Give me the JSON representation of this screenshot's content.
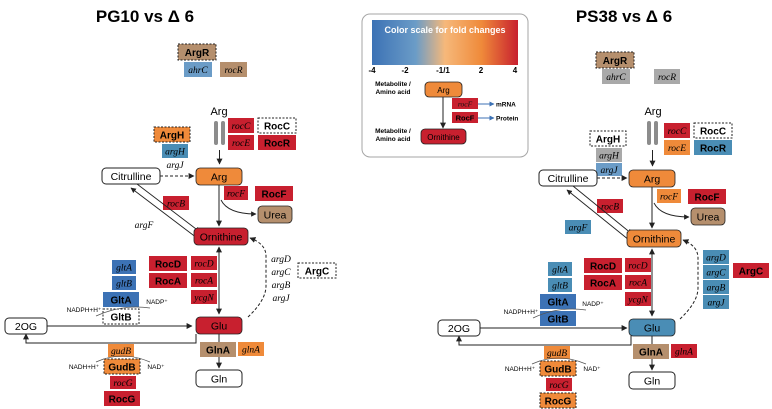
{
  "colors": {
    "red": "#c8202f",
    "orange": "#ef8a3a",
    "blue": "#3c72b5",
    "lightblue": "#6b9cc7",
    "tan": "#b58f6d",
    "white": "#ffffff",
    "teal": "#4a8db5",
    "legend_border": "#a6a6a6"
  },
  "panels": {
    "left_title": "PG10 vs Δ 6",
    "right_title": "PS38 vs Δ 6"
  },
  "legend": {
    "title": "Color scale for fold changes",
    "ticks": [
      "-4",
      "-2",
      "-1/1",
      "2",
      "4"
    ],
    "metabolite_label_1": "Metabolite /",
    "metabolite_label_2": "Amino acid",
    "metabolite_label_3": "Metabolite /",
    "metabolite_label_4": "Amino acid",
    "node_arg": "Arg",
    "node_ornithine": "Ornithine",
    "gene_rocF": "rocF",
    "protein_RocF": "RocF",
    "mrna_label": "mRNA",
    "protein_label": "Protein"
  },
  "left": {
    "ArgR": "ArgR",
    "ahrC": "ahrC",
    "rocR": "rocR",
    "Arg_label": "Arg",
    "rocC": "rocC",
    "RocC": "RocC",
    "rocE": "rocE",
    "RocR": "RocR",
    "ArgH": "ArgH",
    "argH": "argH",
    "argJ": "argJ",
    "Citrulline": "Citrulline",
    "Arg": "Arg",
    "rocF": "rocF",
    "RocF": "RocF",
    "Urea": "Urea",
    "rocB": "rocB",
    "argF": "argF",
    "Ornithine": "Ornithine",
    "argD": "argD",
    "argC": "argC",
    "ArgC": "ArgC",
    "argB": "argB",
    "argJ2": "argJ",
    "gltA": "gltA",
    "gltB": "gltB",
    "GltA": "GltA",
    "GltB": "GltB",
    "RocD": "RocD",
    "rocD": "rocD",
    "RocA": "RocA",
    "rocA": "rocA",
    "ycgN": "ycgN",
    "NADPH": "NADPH+H⁺",
    "NADP": "NADP⁺",
    "twoOG": "2OG",
    "Glu": "Glu",
    "gudB": "gudB",
    "GudB": "GudB",
    "rocG": "rocG",
    "RocG": "RocG",
    "NADH": "NADH+H⁺",
    "NAD": "NAD⁺",
    "GlnA": "GlnA",
    "glnA": "glnA",
    "Gln": "Gln"
  },
  "right": {
    "ArgR": "ArgR",
    "ahrC": "ahrC",
    "rocR": "rocR",
    "Arg_label": "Arg",
    "rocC": "rocC",
    "RocC": "RocC",
    "rocE": "rocE",
    "RocR": "RocR",
    "ArgH": "ArgH",
    "argH": "argH",
    "argJ": "argJ",
    "Citrulline": "Citrulline",
    "Arg": "Arg",
    "rocF": "rocF",
    "RocF": "RocF",
    "Urea": "Urea",
    "rocB": "rocB",
    "argF": "argF",
    "Ornithine": "Ornithine",
    "argD": "argD",
    "argC": "argC",
    "ArgC": "ArgC",
    "argB": "argB",
    "argJ2": "argJ",
    "gltA": "gltA",
    "gltB": "gltB",
    "GltA": "GltA",
    "GltB": "GltB",
    "RocD": "RocD",
    "rocD": "rocD",
    "RocA": "RocA",
    "rocA": "rocA",
    "ycgN": "ycgN",
    "NADPH": "NADPH+H⁺",
    "NADP": "NADP⁺",
    "twoOG": "2OG",
    "Glu": "Glu",
    "gudB": "gudB",
    "GudB": "GudB",
    "rocG": "rocG",
    "RocG": "RocG",
    "NADH": "NADH+H⁺",
    "NAD": "NAD⁺",
    "GlnA": "GlnA",
    "glnA": "glnA",
    "Gln": "Gln"
  }
}
